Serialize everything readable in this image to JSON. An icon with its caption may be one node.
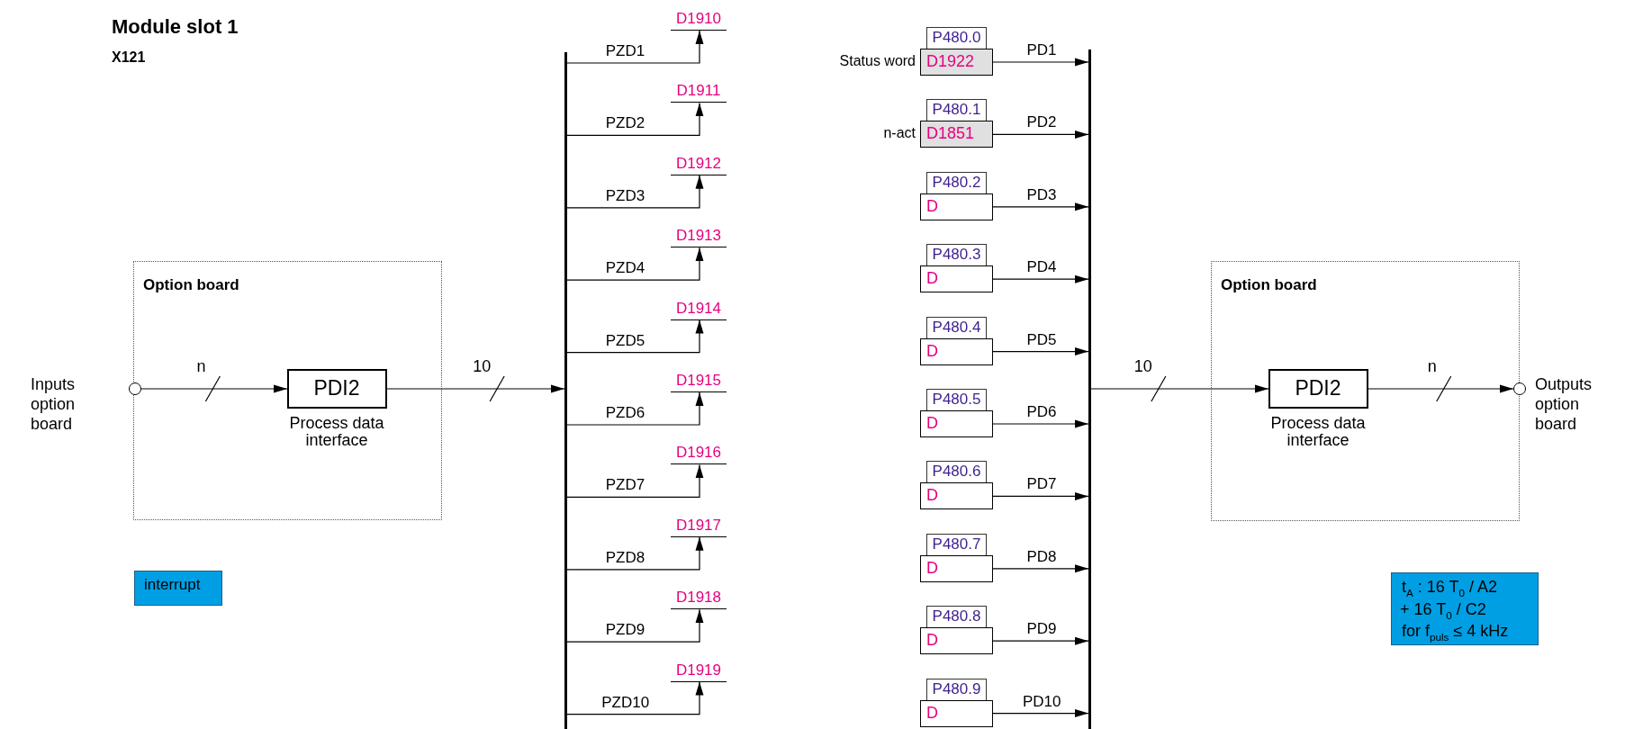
{
  "diagram": {
    "title": "Module slot 1",
    "nodes": [
      {
        "text": [
          "Option board"
        ]
      },
      {
        "text": [],
        "shape": "circle",
        "beside": [
          "Inputs option board"
        ]
      },
      {
        "text": [
          "PDI2"
        ],
        "in": 0,
        "beside": [
          "Process data interface"
        ]
      },
      {
        "text": [],
        "shape": "bar"
      },
      {
        "text": [
          "D1910"
        ]
      },
      {
        "text": [
          "D1911"
        ]
      },
      {
        "text": [
          "D1912"
        ]
      },
      {
        "text": [
          "D1913"
        ]
      },
      {
        "text": [
          "D1914"
        ]
      },
      {
        "text": [
          "D1915"
        ]
      },
      {
        "text": [
          "D1916"
        ]
      },
      {
        "text": [
          "D1917"
        ]
      },
      {
        "text": [
          "D1918"
        ]
      },
      {
        "text": [
          "D1919"
        ]
      },
      {
        "text": [
          "P480.0"
        ]
      },
      {
        "text": [
          "D1922"
        ],
        "beside": [
          "Status word"
        ]
      },
      {
        "text": [
          "P480.1"
        ]
      },
      {
        "text": [
          "D1851"
        ],
        "beside": [
          "n-act"
        ]
      },
      {
        "text": [
          "P480.2"
        ]
      },
      {
        "text": [
          "D"
        ]
      },
      {
        "text": [
          "P480.3"
        ]
      },
      {
        "text": [
          "D"
        ]
      },
      {
        "text": [
          "P480.4"
        ]
      },
      {
        "text": [
          "D"
        ]
      },
      {
        "text": [
          "P480.5"
        ]
      },
      {
        "text": [
          "D"
        ]
      },
      {
        "text": [
          "P480.6"
        ]
      },
      {
        "text": [
          "D"
        ]
      },
      {
        "text": [
          "P480.7"
        ]
      },
      {
        "text": [
          "D"
        ]
      },
      {
        "text": [
          "P480.8"
        ]
      },
      {
        "text": [
          "D"
        ]
      },
      {
        "text": [
          "P480.9"
        ]
      },
      {
        "text": [
          "D"
        ]
      },
      {
        "text": [],
        "shape": "bar"
      },
      {
        "text": [
          "Option board"
        ]
      },
      {
        "text": [
          "PDI2"
        ],
        "in": 35,
        "beside": [
          "Process data interface"
        ]
      },
      {
        "text": [],
        "shape": "circle",
        "beside": [
          "Outputs option board"
        ]
      },
      {
        "text": [
          "interrupt"
        ]
      },
      {
        "text": [
          "t$_{A}$ : 16 T$_{0}$ / A2",
          "+ 16 T$_{0}$ / C2",
          "for f$_{puls}$ ≤ 4 kHz"
        ]
      }
    ],
    "edges": [
      {
        "from": 1,
        "to": 2,
        "arrow": "to",
        "label": "n"
      },
      {
        "from": 2,
        "to": 3,
        "arrow": "to",
        "label": "10"
      },
      {
        "from": 3,
        "to": 4,
        "arrow": "to",
        "label": "PZD1"
      },
      {
        "from": 3,
        "to": 5,
        "arrow": "to",
        "label": "PZD2"
      },
      {
        "from": 3,
        "to": 6,
        "arrow": "to",
        "label": "PZD3"
      },
      {
        "from": 3,
        "to": 7,
        "arrow": "to",
        "label": "PZD4"
      },
      {
        "from": 3,
        "to": 8,
        "arrow": "to",
        "label": "PZD5"
      },
      {
        "from": 3,
        "to": 9,
        "arrow": "to",
        "label": "PZD6"
      },
      {
        "from": 3,
        "to": 10,
        "arrow": "to",
        "label": "PZD7"
      },
      {
        "from": 3,
        "to": 11,
        "arrow": "to",
        "label": "PZD8"
      },
      {
        "from": 3,
        "to": 12,
        "arrow": "to",
        "label": "PZD9"
      },
      {
        "from": 3,
        "to": 13,
        "arrow": "to",
        "label": "PZD10"
      },
      {
        "from": 15,
        "to": 34,
        "arrow": "to",
        "label": "PD1"
      },
      {
        "from": 17,
        "to": 34,
        "arrow": "to",
        "label": "PD2"
      },
      {
        "from": 19,
        "to": 34,
        "arrow": "to",
        "label": "PD3"
      },
      {
        "from": 21,
        "to": 34,
        "arrow": "to",
        "label": "PD4"
      },
      {
        "from": 23,
        "to": 34,
        "arrow": "to",
        "label": "PD5"
      },
      {
        "from": 25,
        "to": 34,
        "arrow": "to",
        "label": "PD6"
      },
      {
        "from": 27,
        "to": 34,
        "arrow": "to",
        "label": "PD7"
      },
      {
        "from": 29,
        "to": 34,
        "arrow": "to",
        "label": "PD8"
      },
      {
        "from": 31,
        "to": 34,
        "arrow": "to",
        "label": "PD9"
      },
      {
        "from": 33,
        "to": 34,
        "arrow": "to",
        "label": "PD10"
      },
      {
        "from": 34,
        "to": 36,
        "arrow": "to",
        "label": "10"
      },
      {
        "from": 36,
        "to": 37,
        "arrow": "to",
        "label": "n"
      }
    ],
    "labels": [
      "X121"
    ]
  }
}
